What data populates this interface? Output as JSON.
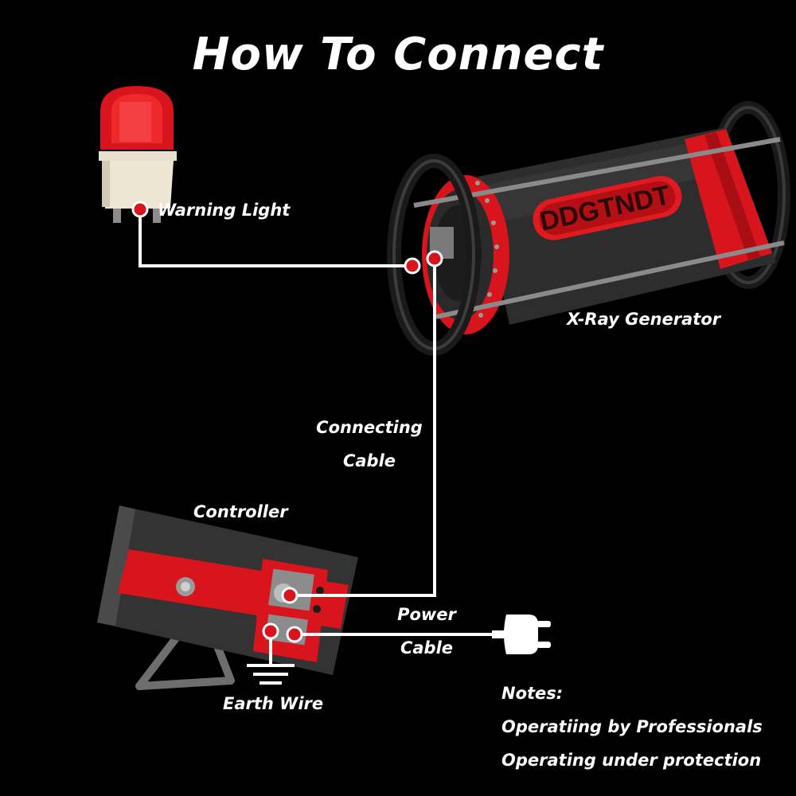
{
  "title": "How To Connect",
  "brand": "DDGTNDT",
  "labels": {
    "warning_light": "Warning Light",
    "xray_generator": "X-Ray Generator",
    "connecting_cable_line1": "Connecting",
    "connecting_cable_line2": "Cable",
    "controller": "Controller",
    "power_cable_line1": "Power",
    "power_cable_line2": "Cable",
    "earth_wire": "Earth Wire"
  },
  "notes": {
    "heading": "Notes:",
    "items": [
      "Operatiing by Professionals",
      "Operating under protection"
    ]
  },
  "colors": {
    "background": "#000000",
    "accent_red": "#d8141c",
    "wire": "#ffffff",
    "body_dark": "#2d2d2d"
  },
  "icons": {
    "plug": "power-plug-icon",
    "ground": "earth-ground-icon",
    "connector": "connection-point-icon"
  }
}
